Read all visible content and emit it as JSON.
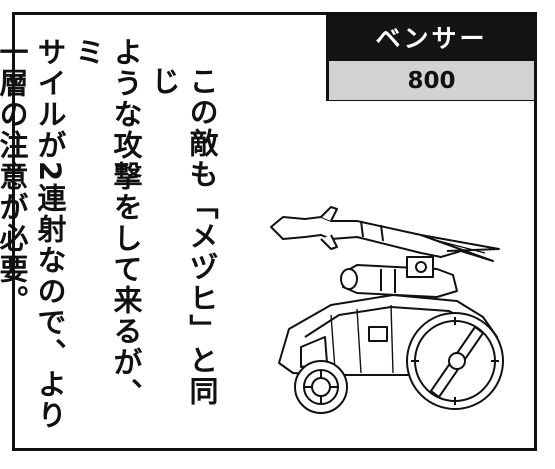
{
  "enemy": {
    "name": "ベンサー",
    "score": "800"
  },
  "description": {
    "lines": [
      "この敵も「メヅヒ」と同じ",
      "ような攻撃をして来るが、ミ",
      "サイルが2連射なので、より",
      "一層の注意が必要。"
    ]
  },
  "illustration": {
    "icon": "armored-missile-vehicle-icon"
  }
}
